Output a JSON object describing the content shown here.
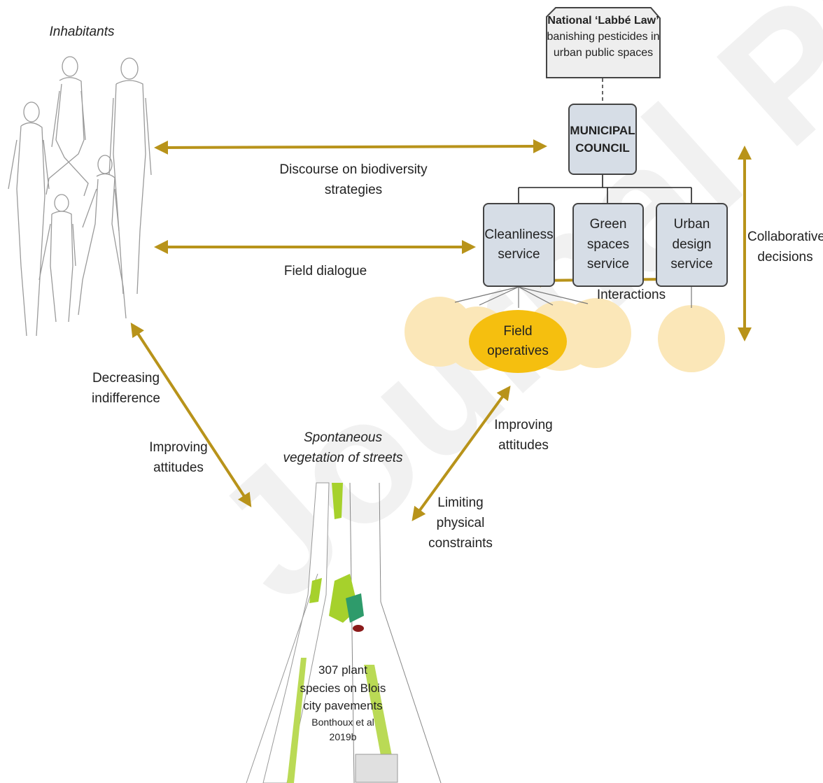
{
  "watermark": "Journal Pre-proof",
  "inhabitants": {
    "title": "Inhabitants"
  },
  "law": {
    "bold": "National ‘Labbé Law’",
    "line2": "banishing pesticides in",
    "line3": "urban public spaces"
  },
  "council": {
    "line1": "MUNICIPAL",
    "line2": "COUNCIL"
  },
  "services": {
    "cleanliness": [
      "Cleanliness",
      "service"
    ],
    "green": [
      "Green",
      "spaces",
      "service"
    ],
    "urban": [
      "Urban",
      "design",
      "service"
    ]
  },
  "field_operatives": [
    "Field",
    "operatives"
  ],
  "interactions": "Interactions",
  "collaborative": [
    "Collaborative",
    "decisions"
  ],
  "discourse": "Discourse on biodiversity strategies",
  "field_dialogue": "Field dialogue",
  "decreasing": [
    "Decreasing",
    "indifference"
  ],
  "improving_left": [
    "Improving",
    "attitudes"
  ],
  "improving_right": [
    "Improving",
    "attitudes"
  ],
  "limiting": [
    "Limiting",
    "physical",
    "constraints"
  ],
  "spontaneous": [
    "Spontaneous",
    "vegetation of streets"
  ],
  "species": {
    "line1": "307 plant",
    "line2": "species on Blois",
    "line3": "city pavements",
    "ref1": "Bonthoux et al",
    "ref2": "2019b"
  },
  "colors": {
    "arrow": "#b8931a",
    "box_fill": "#d6dde6",
    "operatives_fill": "#f5bf0f",
    "cloud_fill": "#fbe7b8",
    "plant_green": "#a6d12c"
  }
}
